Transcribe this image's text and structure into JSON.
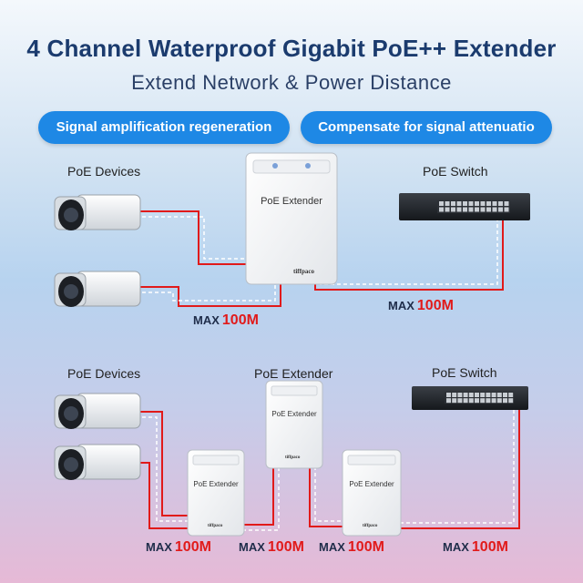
{
  "title": "4 Channel Waterproof Gigabit PoE++ Extender",
  "subtitle": "Extend Network & Power Distance",
  "badges": {
    "left": "Signal amplification regeneration",
    "right": "Compensate for signal attenuatio"
  },
  "top_section": {
    "devices_label": "PoE Devices",
    "switch_label": "PoE Switch",
    "extender_label": "PoE Extender",
    "brand": "tiffpaco",
    "max_labels": [
      {
        "prefix": "MAX",
        "value": "100M"
      },
      {
        "prefix": "MAX",
        "value": "100M"
      }
    ]
  },
  "bottom_section": {
    "devices_label": "PoE Devices",
    "extender_title": "PoE Extender",
    "switch_label": "PoE Switch",
    "extender_label": "PoE Extender",
    "brand": "tiffpaco",
    "max_labels": [
      {
        "prefix": "MAX",
        "value": "100M"
      },
      {
        "prefix": "MAX",
        "value": "100M"
      },
      {
        "prefix": "MAX",
        "value": "100M"
      },
      {
        "prefix": "MAX",
        "value": "100M"
      }
    ]
  },
  "colors": {
    "title": "#1b3b6e",
    "badge_bg": "#1e88e5",
    "cable": "#e11a1a",
    "max_value": "#e11a1a"
  }
}
